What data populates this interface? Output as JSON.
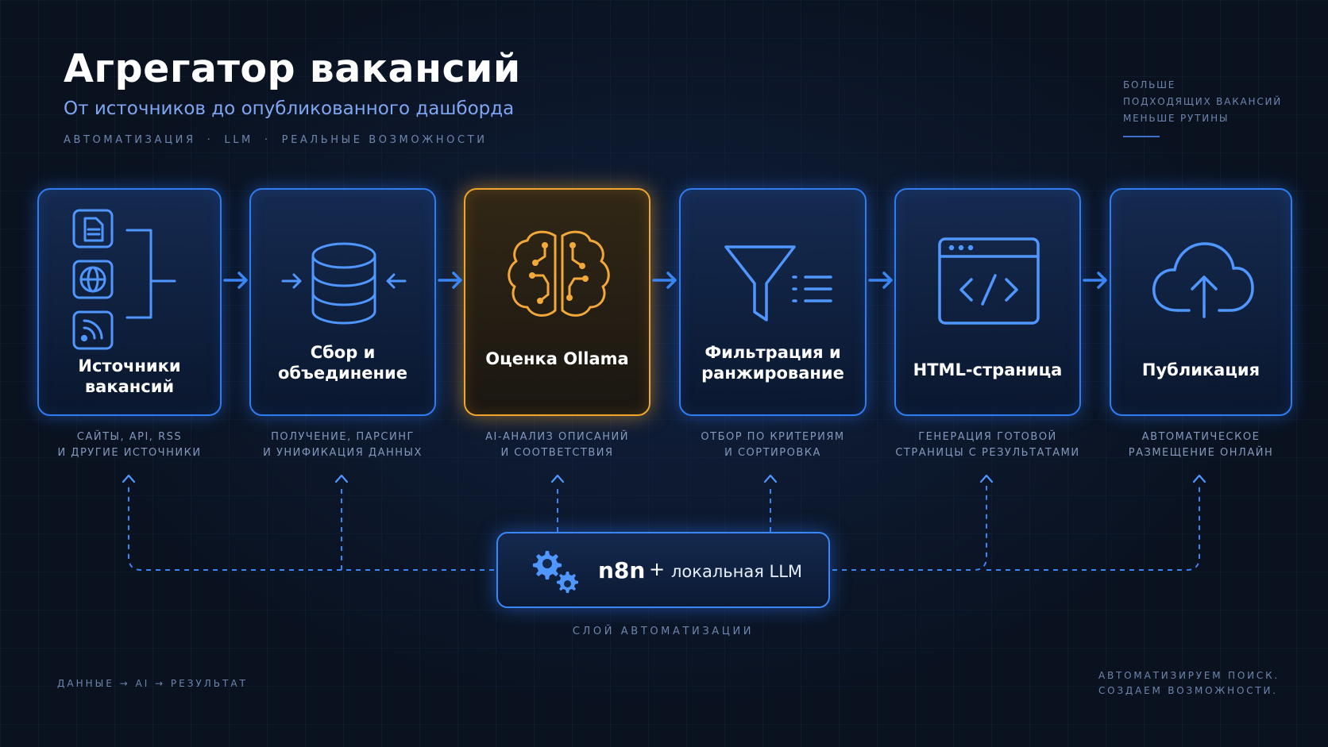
{
  "header": {
    "title": "Агрегатор вакансий",
    "subtitle": "От источников до опубликованного дашборда",
    "tags": [
      "АВТОМАТИЗАЦИЯ",
      "LLM",
      "РЕАЛЬНЫЕ ВОЗМОЖНОСТИ"
    ],
    "tag_separator": "·"
  },
  "motto": [
    "БОЛЬШЕ",
    "ПОДХОДЯЩИХ ВАКАНСИЙ",
    "МЕНЬШЕ РУТИНЫ"
  ],
  "colors": {
    "background": "#0a1220",
    "accent_blue": "#2f7cf0",
    "accent_orange": "#f0a62e",
    "muted_text": "#6d86ad",
    "subtitle": "#7fa6f0"
  },
  "pipeline": {
    "steps": [
      {
        "label_lines": [
          "Источники",
          "вакансий"
        ],
        "icon": "sources-icon",
        "desc_lines": [
          "САЙТЫ, API, RSS",
          "И ДРУГИЕ ИСТОЧНИКИ"
        ],
        "highlighted": false
      },
      {
        "label_lines": [
          "Сбор и",
          "объединение"
        ],
        "icon": "database-icon",
        "desc_lines": [
          "ПОЛУЧЕНИЕ, ПАРСИНГ",
          "И УНИФИКАЦИЯ ДАННЫХ"
        ],
        "highlighted": false
      },
      {
        "label_lines": [
          "Оценка Ollama"
        ],
        "icon": "brain-icon",
        "desc_lines": [
          "AI-АНАЛИЗ ОПИСАНИЙ",
          "И СООТВЕТСТВИЯ"
        ],
        "highlighted": true
      },
      {
        "label_lines": [
          "Фильтрация и",
          "ранжирование"
        ],
        "icon": "filter-icon",
        "desc_lines": [
          "ОТБОР ПО КРИТЕРИЯМ",
          "И СОРТИРОВКА"
        ],
        "highlighted": false
      },
      {
        "label_lines": [
          "HTML-страница"
        ],
        "icon": "code-window-icon",
        "desc_lines": [
          "ГЕНЕРАЦИЯ ГОТОВОЙ",
          "СТРАНИЦЫ С РЕЗУЛЬТАТАМИ"
        ],
        "highlighted": false
      },
      {
        "label_lines": [
          "Публикация"
        ],
        "icon": "cloud-upload-icon",
        "desc_lines": [
          "АВТОМАТИЧЕСКОЕ",
          "РАЗМЕЩЕНИЕ ОНЛАЙН"
        ],
        "highlighted": false
      }
    ]
  },
  "automation": {
    "name": "n8n",
    "plus": "+",
    "llm": "локальная LLM",
    "icon": "gears-icon",
    "layer_label": "СЛОЙ АВТОМАТИЗАЦИИ"
  },
  "footer": {
    "left": "ДАННЫЕ → AI → РЕЗУЛЬТАТ",
    "right_lines": [
      "АВТОМАТИЗИРУЕМ ПОИСК.",
      "СОЗДАЕМ ВОЗМОЖНОСТИ."
    ]
  }
}
